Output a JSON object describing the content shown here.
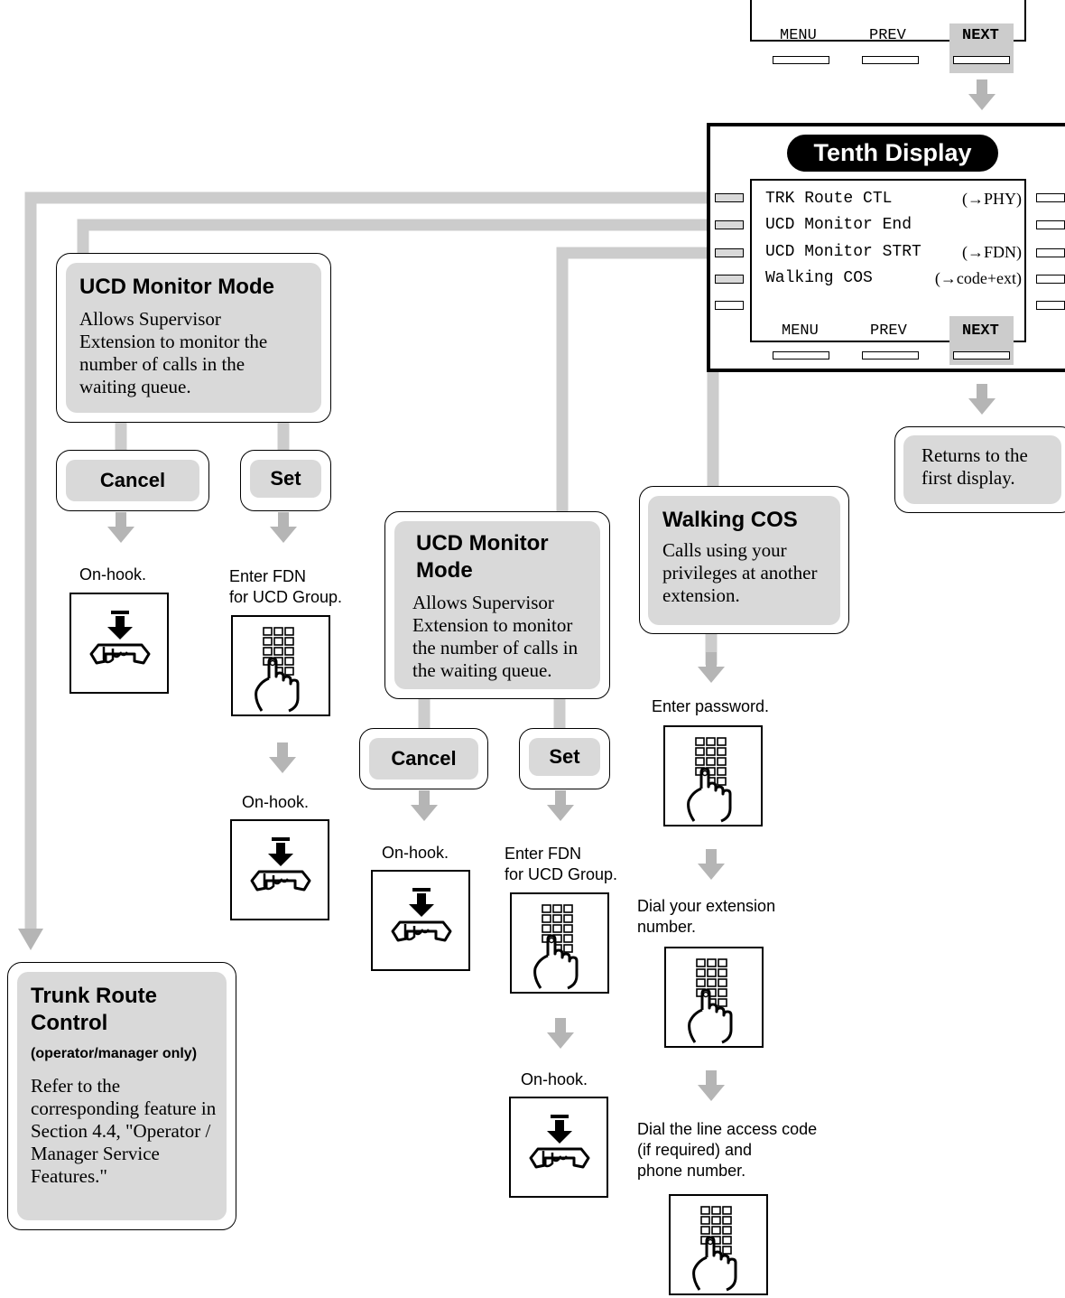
{
  "top_display": {
    "nav": {
      "menu": "MENU",
      "prev": "PREV",
      "next": "NEXT"
    }
  },
  "tenth_display": {
    "title": "Tenth Display",
    "lines": [
      {
        "left": "TRK Route CTL",
        "right": "(→PHY)"
      },
      {
        "left": "UCD Monitor End",
        "right": ""
      },
      {
        "left": "UCD Monitor STRT",
        "right": "(→FDN)"
      },
      {
        "left": "Walking COS",
        "right": "(→code+ext)"
      }
    ],
    "nav": {
      "menu": "MENU",
      "prev": "PREV",
      "next": "NEXT"
    }
  },
  "returns_box": {
    "text": "Returns to the first display."
  },
  "ucd_monitor_end": {
    "title": "UCD Monitor Mode",
    "text": "Allows Supervisor Extension to monitor the number of calls in the waiting queue.",
    "cancel": {
      "label": "Cancel",
      "step": "On-hook."
    },
    "set": {
      "label": "Set",
      "step1": "Enter FDN\nfor UCD Group.",
      "step2": "On-hook."
    }
  },
  "ucd_monitor_start": {
    "title": "UCD Monitor Mode",
    "text": "Allows Supervisor Extension to monitor the number of calls in the waiting queue.",
    "cancel": {
      "label": "Cancel",
      "step": "On-hook."
    },
    "set": {
      "label": "Set",
      "step1": "Enter FDN\nfor UCD Group.",
      "step2": "On-hook."
    }
  },
  "walking_cos": {
    "title": "Walking COS",
    "text": "Calls using your privileges at another extension.",
    "step1": "Enter password.",
    "step2": "Dial your extension\nnumber.",
    "step3": "Dial the line access code\n(if required) and\nphone number."
  },
  "trunk_route": {
    "title": "Trunk Route Control",
    "subtitle": "(operator/manager only)",
    "text": "Refer to the corresponding feature in Section 4.4, \"Operator / Manager Service Features.\""
  },
  "colors": {
    "connector": "#cccccc",
    "fill": "#d9d9d9",
    "ink": "#000000"
  }
}
